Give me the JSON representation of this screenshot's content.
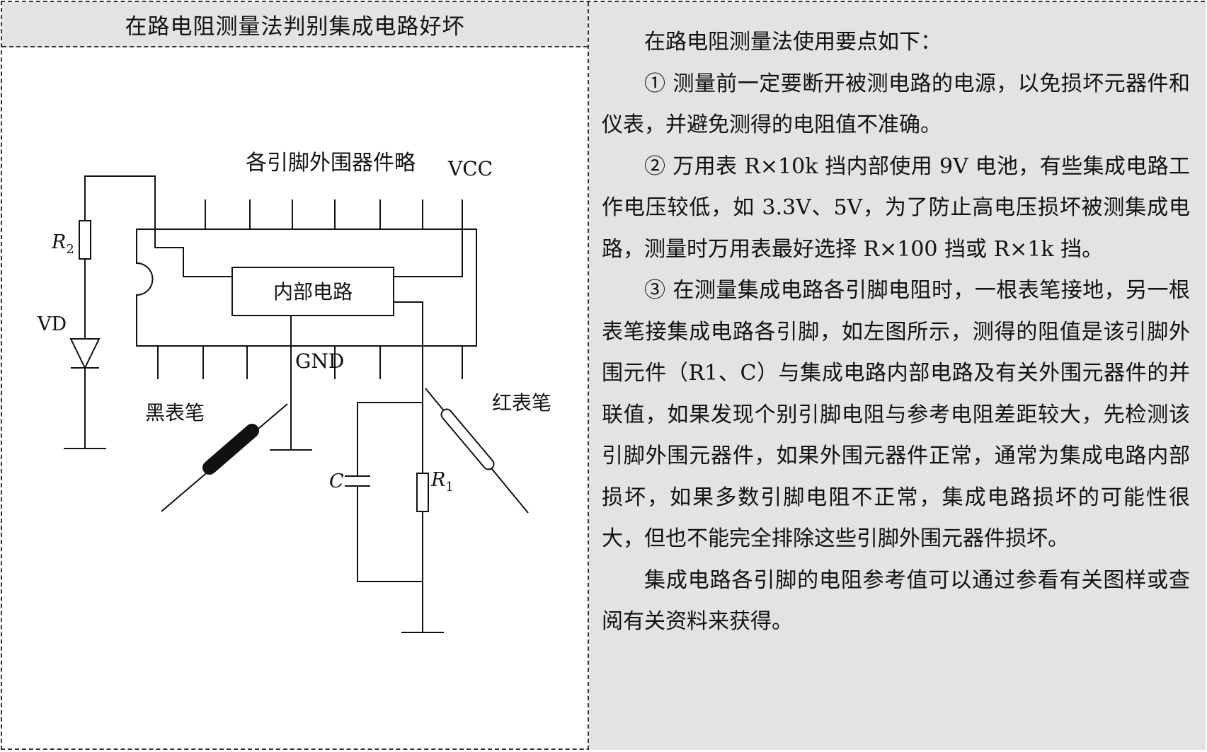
{
  "left_panel": {
    "title": "在路电阻测量法判别集成电路好坏",
    "diagram": {
      "labels": {
        "periphery_note": "各引脚外围器件略",
        "vcc": "VCC",
        "internal_circuit": "内部电路",
        "gnd": "GND",
        "black_probe": "黑表笔",
        "red_probe": "红表笔",
        "r2": "R",
        "r2_sub": "2",
        "vd": "VD",
        "c": "C",
        "r1": "R",
        "r1_sub": "1"
      }
    }
  },
  "right_panel": {
    "paragraphs": [
      "在路电阻测量法使用要点如下：",
      "① 测量前一定要断开被测电路的电源，以免损坏元器件和仪表，并避免测得的电阻值不准确。",
      "② 万用表 R×10k 挡内部使用 9V 电池，有些集成电路工作电压较低，如 3.3V、5V，为了防止高电压损坏被测集成电路，测量时万用表最好选择 R×100 挡或 R×1k 挡。",
      "③ 在测量集成电路各引脚电阻时，一根表笔接地，另一根表笔接集成电路各引脚，如左图所示，测得的阻值是该引脚外围元件（R1、C）与集成电路内部电路及有关外围元器件的并联值，如果发现个别引脚电阻与参考电阻差距较大，先检测该引脚外围元器件，如果外围元器件正常，通常为集成电路内部损坏，如果多数引脚电阻不正常，集成电路损坏的可能性很大，但也不能完全排除这些引脚外围元器件损坏。",
      "集成电路各引脚的电阻参考值可以通过参看有关图样或查阅有关资料来获得。"
    ]
  }
}
